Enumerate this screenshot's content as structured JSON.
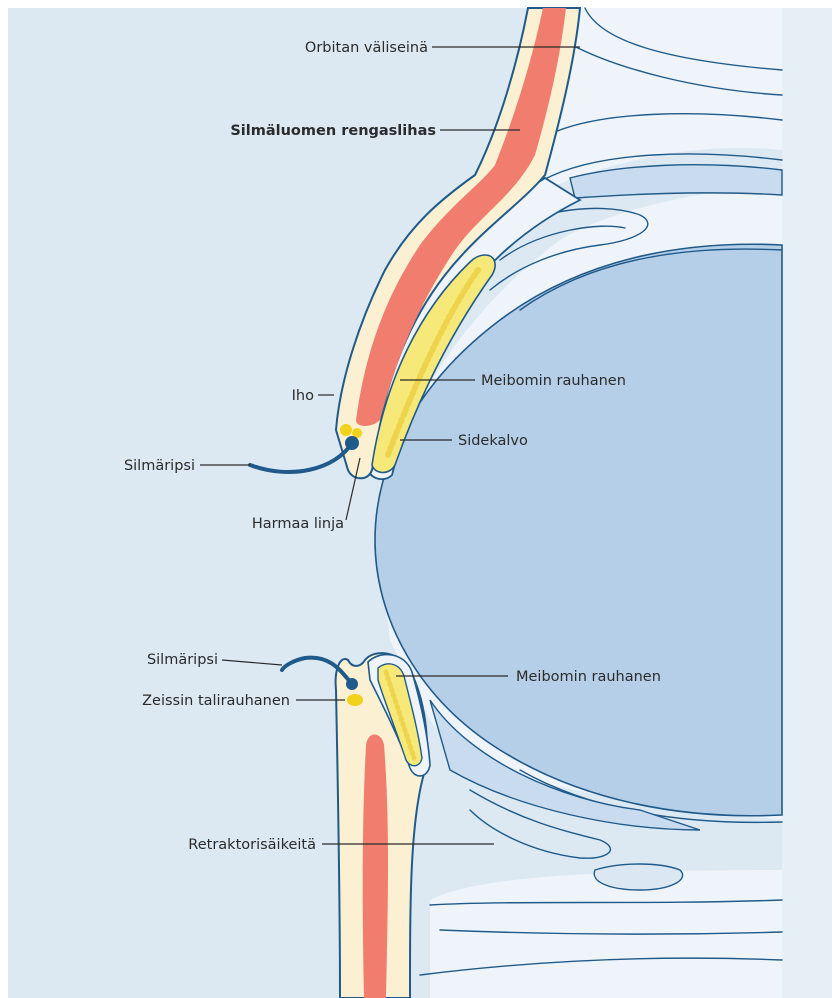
{
  "labels": {
    "orbital_septum": "Orbitan väliseinä",
    "orbicularis": "Silmäluomen rengaslihas",
    "meibomian_upper": "Meibomin rauhanen",
    "skin": "Iho",
    "conjunctiva": "Sidekalvo",
    "eyelash_upper": "Silmäripsi",
    "grey_line": "Harmaa linja",
    "eyelash_lower": "Silmäripsi",
    "meibomian_lower": "Meibomin rauhanen",
    "zeis_gland": "Zeissin talirauhanen",
    "retractor_fibres": "Retraktorisäikeitä"
  },
  "colors": {
    "background": "#dce9f2",
    "right_panel": "#e6eff6",
    "eyeball": "#b6cfe8",
    "tissue": "#eef4fa",
    "eyelid_skin": "#fbf1d2",
    "muscle": "#f07d6e",
    "gland": "#f6e97a",
    "outline": "#1f5a8a"
  }
}
